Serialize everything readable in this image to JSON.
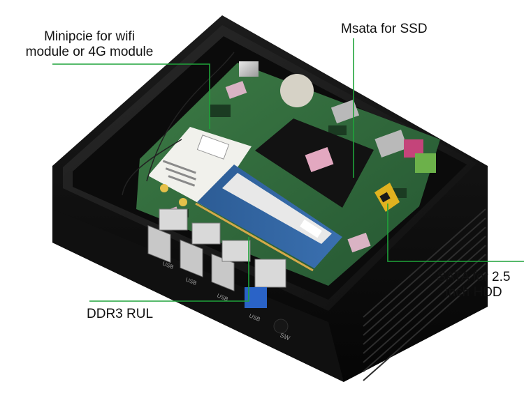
{
  "labels": {
    "minipcie": [
      "Minipcie for wifi",
      "module or 4G module"
    ],
    "msata": "Msata for SSD",
    "sata": [
      "SATA for 2.5",
      "inch HDD"
    ],
    "ddr3": "DDR3 RUL"
  },
  "printed_marks": {
    "usb": "USB",
    "power_switch": "SW"
  },
  "colors": {
    "leader_line": "#1fa33a",
    "chassis": "#151515",
    "pcb": "#2f6b3a",
    "ram_stick": "#2f5f9a",
    "sata_port": "#e0b21f"
  }
}
